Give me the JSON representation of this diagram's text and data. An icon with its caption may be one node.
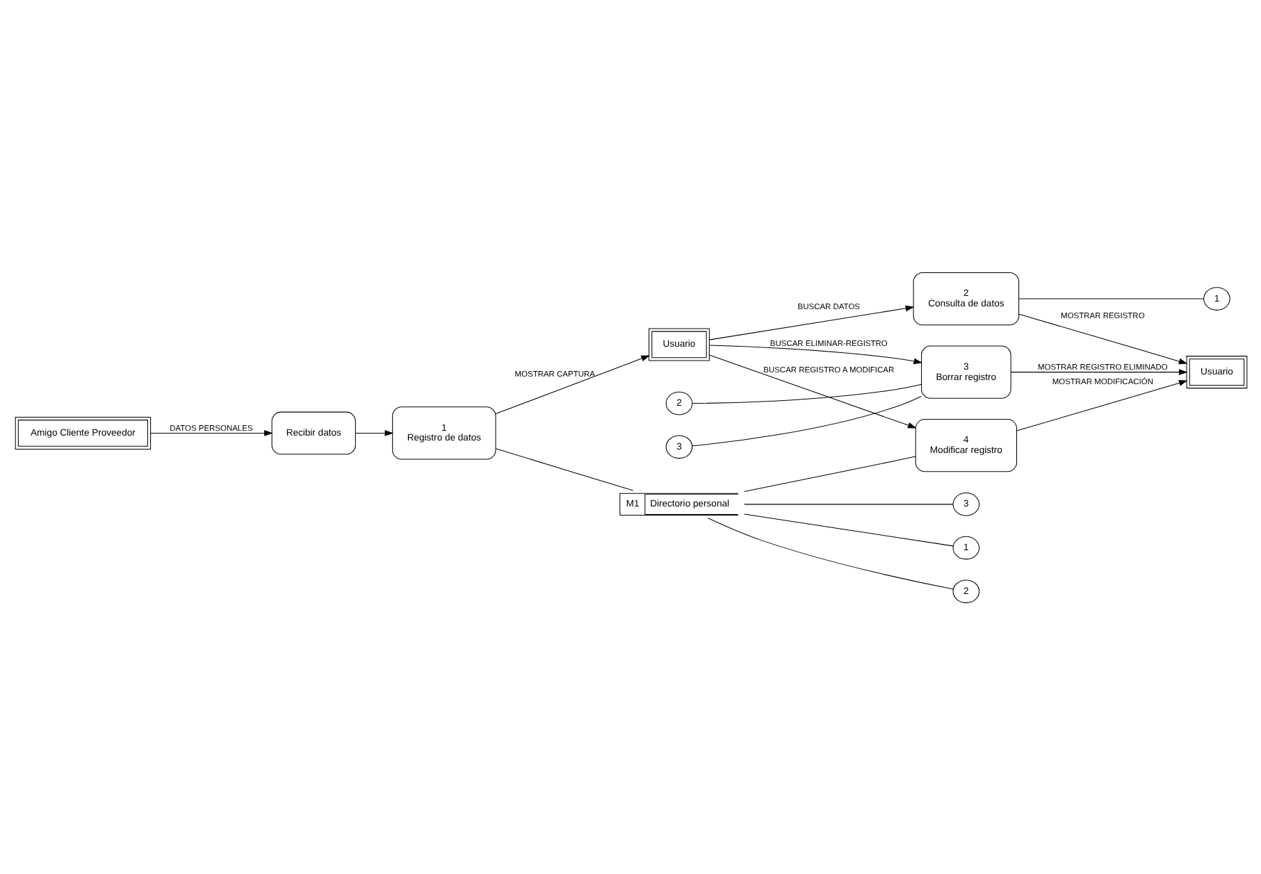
{
  "diagram": {
    "nodes": [
      {
        "text": [
          "Amigo Cliente Proveedor"
        ]
      },
      {
        "text": [
          "Usuario"
        ]
      },
      {
        "text": [
          "Recibir datos"
        ]
      },
      {
        "text": [
          "1",
          "Registro de datos"
        ]
      },
      {
        "text": [
          "2",
          "Consulta de datos"
        ]
      },
      {
        "text": [
          "1"
        ]
      },
      {
        "text": [
          "Usuario"
        ]
      },
      {
        "text": [
          "3",
          "Borrar registro"
        ]
      },
      {
        "text": [
          "2"
        ]
      },
      {
        "text": [
          "3"
        ]
      },
      {
        "text": [
          "M1",
          "Directorio personal"
        ]
      },
      {
        "text": [
          "4",
          "Modificar registro"
        ]
      },
      {
        "text": [
          "1"
        ]
      },
      {
        "text": [
          "2"
        ]
      },
      {
        "text": [
          "3"
        ]
      }
    ],
    "edges": [
      {
        "from": 0,
        "to": 2,
        "arrow": "to",
        "label": "DATOS PERSONALES"
      },
      {
        "from": 2,
        "to": 3,
        "arrow": "to"
      },
      {
        "from": 3,
        "to": 1,
        "arrow": "to",
        "label": "MOSTRAR CAPTURA"
      },
      {
        "from": 1,
        "to": 4,
        "arrow": "to",
        "label": "BUSCAR DATOS"
      },
      {
        "from": 4,
        "to": 5,
        "arrow": "none"
      },
      {
        "from": 4,
        "to": 6,
        "arrow": "to",
        "label": "MOSTRAR REGISTRO"
      },
      {
        "from": 1,
        "to": 7,
        "arrow": "to",
        "label": "BUSCAR ELIMINAR-REGISTRO"
      },
      {
        "from": 8,
        "to": 7,
        "arrow": "none"
      },
      {
        "from": 9,
        "to": 7,
        "arrow": "none"
      },
      {
        "from": 7,
        "to": 6,
        "arrow": "to",
        "label": "MOSTRAR REGISTRO ELIMINADO"
      },
      {
        "from": 1,
        "to": 11,
        "arrow": "to",
        "label": "BUSCAR REGISTRO A MODIFICAR"
      },
      {
        "from": 3,
        "to": 10,
        "arrow": "none"
      },
      {
        "from": 10,
        "to": 12,
        "arrow": "none"
      },
      {
        "from": 10,
        "to": 13,
        "arrow": "none"
      },
      {
        "from": 10,
        "to": 14,
        "arrow": "none"
      },
      {
        "from": 10,
        "to": 11,
        "arrow": "none"
      },
      {
        "from": 11,
        "to": 6,
        "arrow": "to",
        "label": "MOSTRAR MODIFICACIÓN"
      }
    ]
  }
}
